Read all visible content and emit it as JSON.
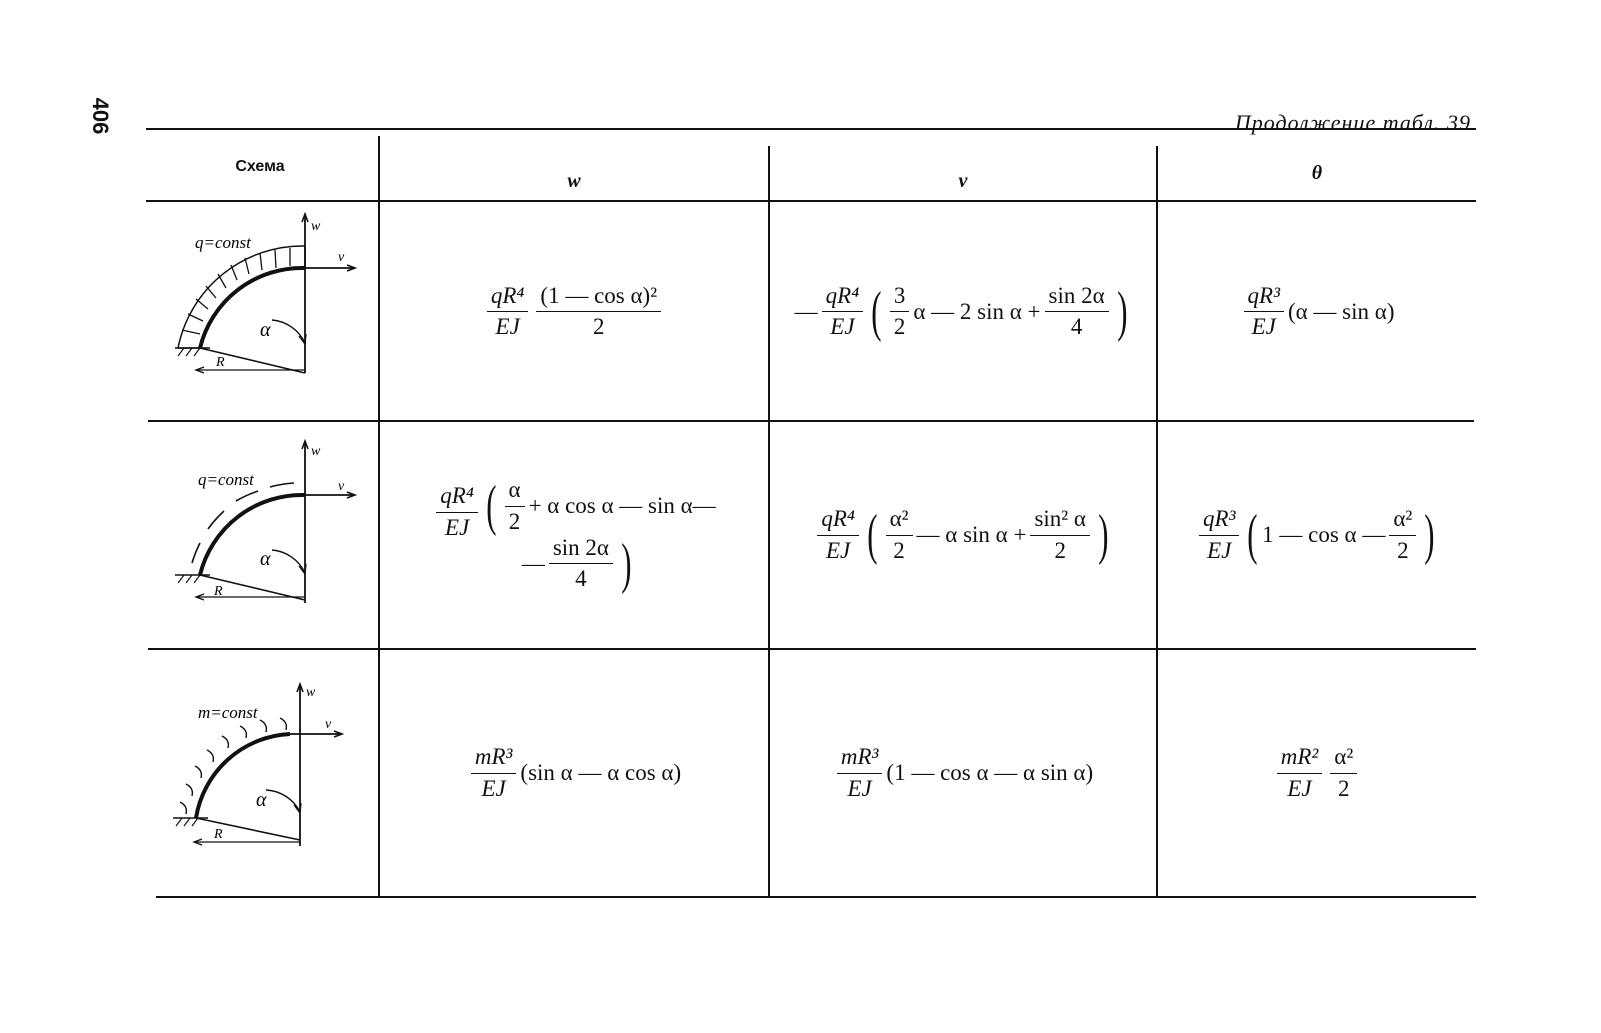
{
  "page_number": "406",
  "caption": "Продолжение табл. 39",
  "headers": {
    "scheme": "Схема",
    "w": "w",
    "v": "v",
    "theta": "θ"
  },
  "schemes": [
    {
      "load_label": "q=const",
      "w_label": "w",
      "v_label": "v",
      "alpha_label": "α",
      "r_label": "R"
    },
    {
      "load_label": "q=const",
      "w_label": "w",
      "v_label": "v",
      "alpha_label": "α",
      "r_label": "R"
    },
    {
      "load_label": "m=const",
      "w_label": "w",
      "v_label": "v",
      "alpha_label": "α",
      "r_label": "R"
    }
  ],
  "rows": [
    {
      "w": {
        "coef_num": "qR⁴",
        "coef_den": "EJ",
        "num": "(1 — cos α)²",
        "den": "2"
      },
      "v": {
        "sign": "—",
        "coef_num": "qR⁴",
        "coef_den": "EJ",
        "t1_num": "3",
        "t1_den": "2",
        "t1_rest": "α — 2 sin α +",
        "t2_num": "sin 2α",
        "t2_den": "4"
      },
      "theta": {
        "coef_num": "qR³",
        "coef_den": "EJ",
        "rest": "(α — sin α)"
      }
    },
    {
      "w": {
        "coef_num": "qR⁴",
        "coef_den": "EJ",
        "t1_num": "α",
        "t1_den": "2",
        "line1_rest": "+ α cos α — sin α—",
        "line2_sign": "—",
        "t2_num": "sin 2α",
        "t2_den": "4"
      },
      "v": {
        "coef_num": "qR⁴",
        "coef_den": "EJ",
        "t1_num": "α²",
        "t1_den": "2",
        "mid": "— α sin α +",
        "t2_num": "sin² α",
        "t2_den": "2"
      },
      "theta": {
        "coef_num": "qR³",
        "coef_den": "EJ",
        "mid": "1 — cos α —",
        "t2_num": "α²",
        "t2_den": "2"
      }
    },
    {
      "w": {
        "coef_num": "mR³",
        "coef_den": "EJ",
        "rest": "(sin α — α cos α)"
      },
      "v": {
        "coef_num": "mR³",
        "coef_den": "EJ",
        "rest": "(1 — cos α — α sin α)"
      },
      "theta": {
        "coef_num": "mR²",
        "coef_den": "EJ",
        "t2_num": "α²",
        "t2_den": "2"
      }
    }
  ]
}
